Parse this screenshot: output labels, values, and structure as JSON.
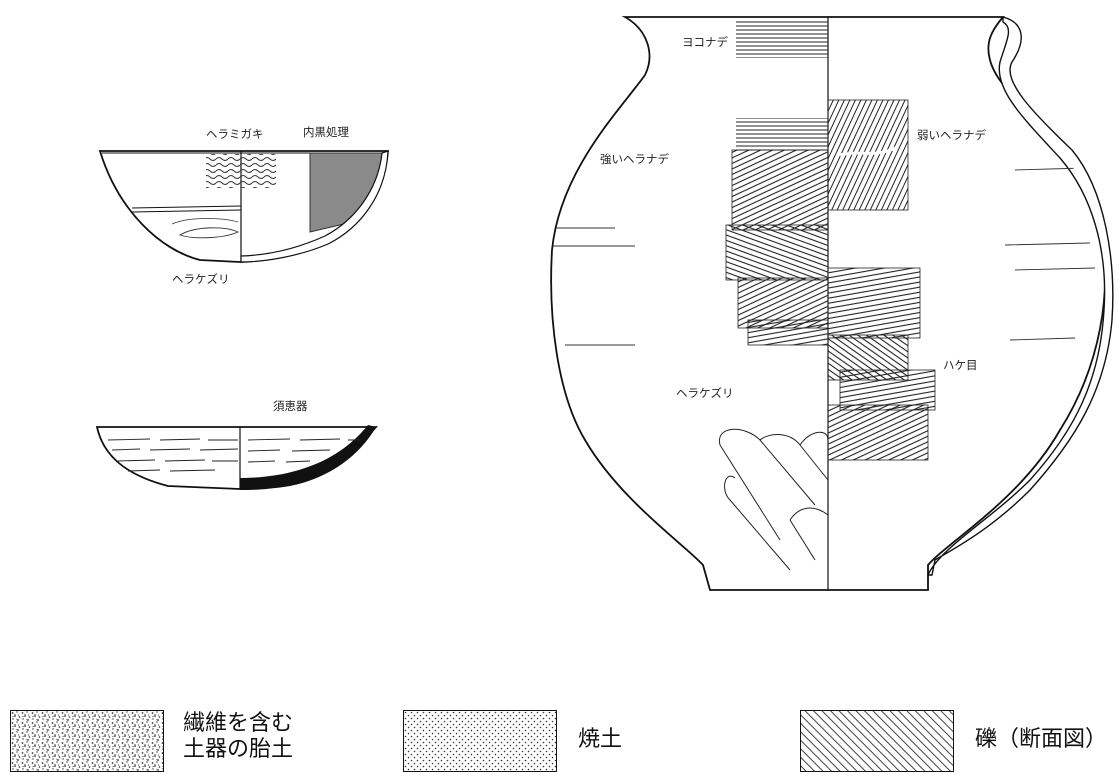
{
  "bowl": {
    "label_top_left": "ヘラミガキ",
    "label_top_right": "内黒処理",
    "label_bottom": "ヘラケズリ"
  },
  "dish": {
    "label_top": "須恵器"
  },
  "jar": {
    "label_neck": "ヨコナデ",
    "label_left_upper": "強いヘラナデ",
    "label_right_upper": "弱いヘラナデ",
    "label_right_lower": "ハケ目",
    "label_left_lower": "ヘラケズリ"
  },
  "legend": [
    {
      "line1": "繊維を含む",
      "line2": "土器の胎土",
      "pattern": "fiber-clay"
    },
    {
      "line1": "焼土",
      "line2": "",
      "pattern": "burnt-soil"
    },
    {
      "line1": "礫（断面図）",
      "line2": "",
      "pattern": "gravel-section"
    }
  ]
}
